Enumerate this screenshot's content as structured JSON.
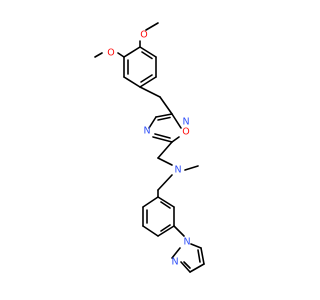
{
  "molecule": {
    "atoms": {
      "o_methoxy_top": {
        "text": "O",
        "color": "#FF0D0D"
      },
      "o_methoxy_left": {
        "text": "O",
        "color": "#FF0D0D"
      },
      "n_oxadiazole_left": {
        "text": "N",
        "color": "#3050F8"
      },
      "o_oxadiazole": {
        "text": "O",
        "color": "#FF0D0D"
      },
      "n_oxadiazole_right": {
        "text": "N",
        "color": "#3050F8"
      },
      "n_amine": {
        "text": "N",
        "color": "#3050F8"
      },
      "n_pyrazole_attached": {
        "text": "N",
        "color": "#3050F8"
      },
      "n_pyrazole_left": {
        "text": "N",
        "color": "#3050F8"
      }
    },
    "colors": {
      "bond": "#000000",
      "nitrogen": "#3050F8",
      "oxygen": "#FF0D0D"
    }
  }
}
